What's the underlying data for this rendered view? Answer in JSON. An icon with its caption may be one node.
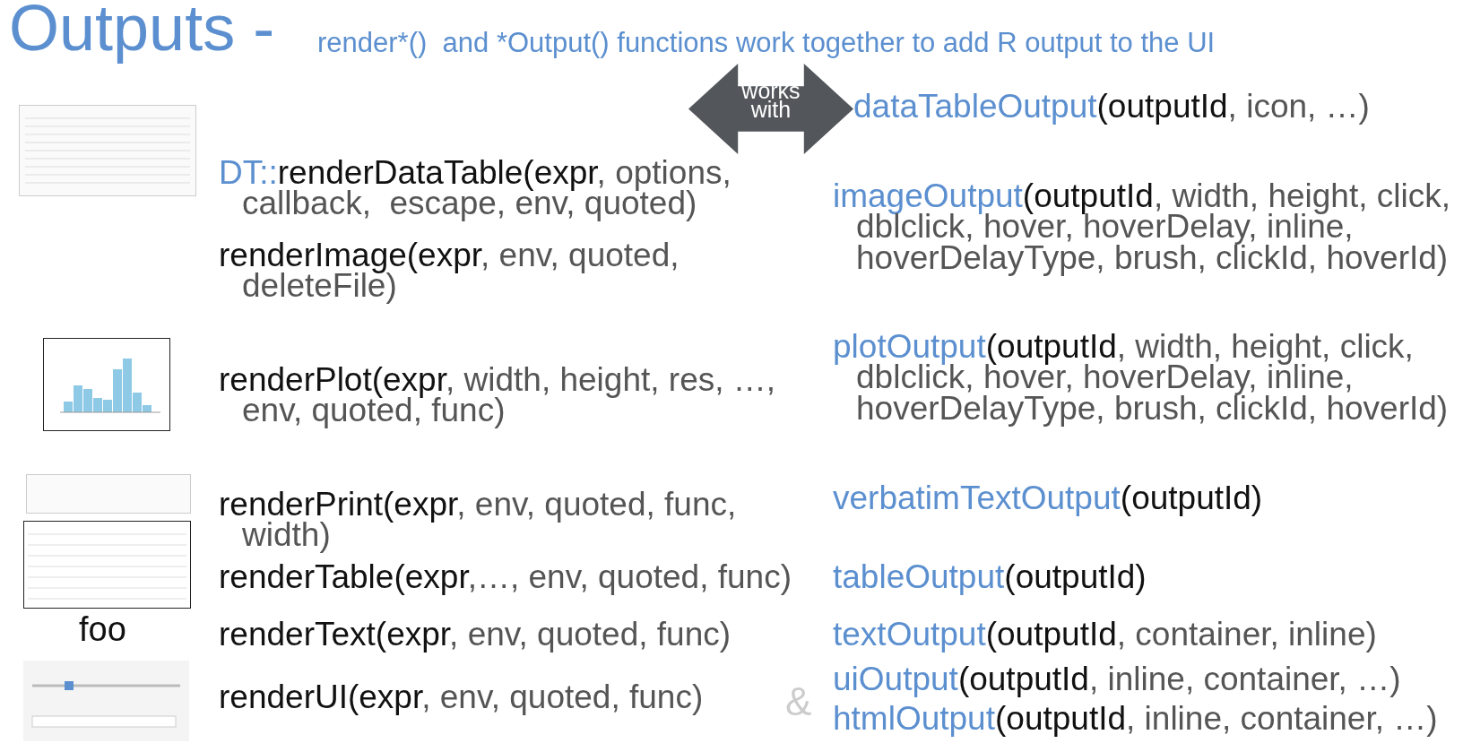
{
  "diagram": {
    "title": "Outputs -",
    "nodes": [
      {
        "text": [
          "works with"
        ]
      }
    ],
    "edges": [],
    "labels": [
      "render*()  and *Output() functions work together to add R output to the UI",
      "dataTableOutput(outputId, icon, …)",
      "DT::renderDataTable(expr, options, callback,  escape, env, quoted)",
      "renderImage(expr, env, quoted, deleteFile)",
      "imageOutput(outputId, width, height, click, dblclick, hover, hoverDelay, inline, hoverDelayType, brush, clickId, hoverId)",
      "plotOutput(outputId, width, height, click, dblclick, hover, hoverDelay, inline, hoverDelayType, brush, clickId, hoverId)",
      "renderPlot(expr, width, height, res, …, env, quoted, func)",
      "renderPrint(expr, env, quoted, func, width)",
      "verbatimTextOutput(outputId)",
      "renderTable(expr,…, env, quoted, func)",
      "tableOutput(outputId)",
      "foo",
      "renderText(expr, env, quoted, func)",
      "textOutput(outputId, container, inline)",
      "uiOutput(outputId, inline, container, …)",
      "renderUI(expr, env, quoted, func)",
      "&",
      "htmlOutput(outputId, inline, container, …)"
    ]
  }
}
